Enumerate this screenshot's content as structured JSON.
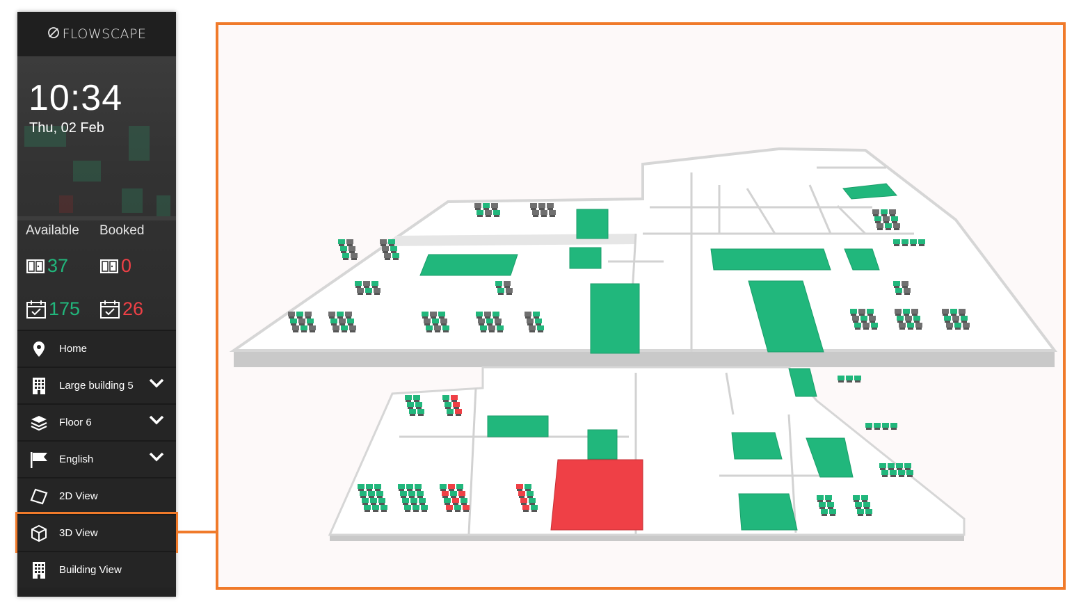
{
  "brand": {
    "name": "FLOWSCAPE"
  },
  "clock": {
    "time": "10:34",
    "date": "Thu, 02 Feb"
  },
  "stats": {
    "available_label": "Available",
    "booked_label": "Booked",
    "rooms_available": "37",
    "rooms_booked": "0",
    "desks_available": "175",
    "desks_booked": "26"
  },
  "menu": {
    "home": "Home",
    "building": "Large building 5",
    "floor": "Floor 6",
    "language": "English",
    "view_2d": "2D View",
    "view_3d": "3D View",
    "building_view": "Building View"
  },
  "icons": {
    "door": "door-icon",
    "calendar": "calendar-check-icon",
    "home": "map-pin-icon",
    "building": "building-icon",
    "floor": "layers-icon",
    "language": "flag-icon",
    "view_2d": "square-rotated-icon",
    "view_3d": "cube-icon",
    "chevron": "chevron-down-icon"
  },
  "colors": {
    "available": "#21b77c",
    "booked": "#ef4046",
    "highlight": "#f07a2a",
    "sidebar_bg": "#232323",
    "unavailable": "#707070"
  }
}
